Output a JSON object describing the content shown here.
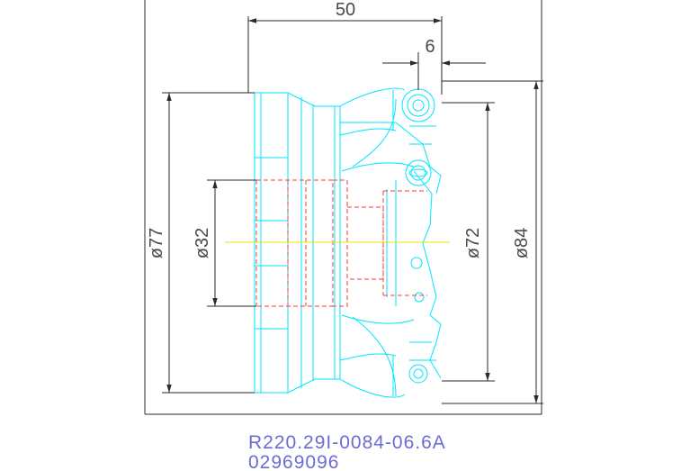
{
  "dimensions": {
    "length": "50",
    "offset": "6",
    "dia_outer_body": "ø77",
    "dia_bore": "ø32",
    "dia_pitch": "ø72",
    "dia_cutting": "ø84"
  },
  "part": {
    "code": "R220.29I-0084-06.6A",
    "number": "02969096"
  },
  "colors": {
    "outline": "#00e5ff",
    "hidden": "#ff3b3b",
    "centerline": "#f0e000",
    "dimension": "#2a2a2a",
    "label": "#6b6bd6"
  }
}
